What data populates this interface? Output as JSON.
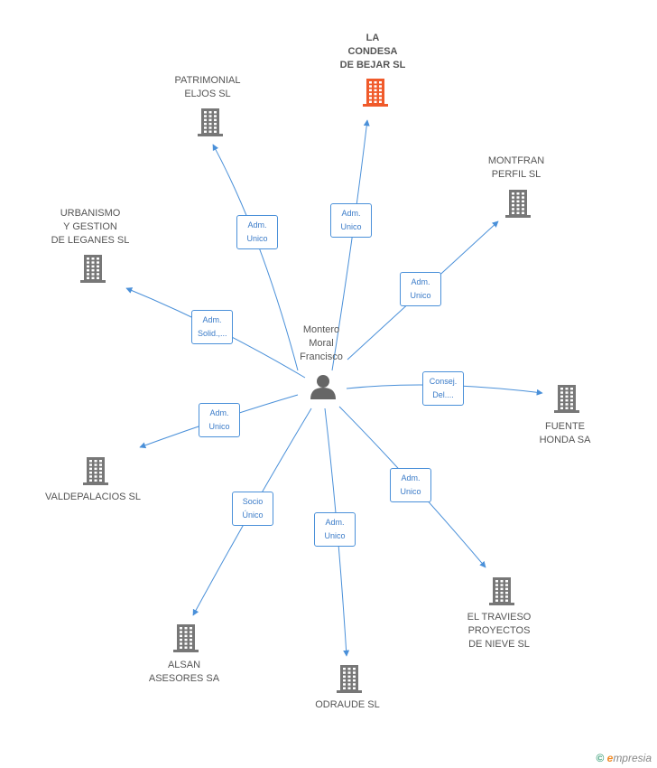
{
  "center": {
    "name": "Montero\nMoral\nFrancisco",
    "icon": "person-icon"
  },
  "companies": [
    {
      "id": "la-condesa",
      "name": "LA\nCONDESA\nDE BEJAR SL",
      "highlight": true,
      "color": "#f05a2a"
    },
    {
      "id": "patrimonial",
      "name": "PATRIMONIAL\nELJOS SL",
      "color": "#777777"
    },
    {
      "id": "montfran",
      "name": "MONTFRAN\nPERFIL  SL",
      "color": "#777777"
    },
    {
      "id": "urbanismo",
      "name": "URBANISMO\nY GESTION\nDE LEGANES SL",
      "color": "#777777"
    },
    {
      "id": "fuente-honda",
      "name": "FUENTE\nHONDA SA",
      "color": "#777777"
    },
    {
      "id": "valdepalacios",
      "name": "VALDEPALACIOS SL",
      "color": "#777777"
    },
    {
      "id": "el-travieso",
      "name": "EL TRAVIESO\nPROYECTOS\nDE NIEVE SL",
      "color": "#777777"
    },
    {
      "id": "alsan",
      "name": "ALSAN\nASESORES SA",
      "color": "#777777"
    },
    {
      "id": "odraude",
      "name": "ODRAUDE SL",
      "color": "#777777"
    }
  ],
  "edges": [
    {
      "to": "la-condesa",
      "label": "Adm.\nUnico"
    },
    {
      "to": "patrimonial",
      "label": "Adm.\nUnico"
    },
    {
      "to": "montfran",
      "label": "Adm.\nUnico"
    },
    {
      "to": "urbanismo",
      "label": "Adm.\nSolid.,..."
    },
    {
      "to": "fuente-honda",
      "label": "Consej.\nDel...."
    },
    {
      "to": "valdepalacios",
      "label": "Adm.\nUnico"
    },
    {
      "to": "el-travieso",
      "label": "Adm.\nUnico"
    },
    {
      "to": "alsan",
      "label": "Socio\nÚnico"
    },
    {
      "to": "odraude",
      "label": "Adm.\nUnico"
    }
  ],
  "colors": {
    "edge": "#4a90d9",
    "building": "#777777",
    "highlight": "#f05a2a"
  },
  "footer": {
    "copyright": "©",
    "brand_initial": "e",
    "brand_rest": "mpresia"
  }
}
